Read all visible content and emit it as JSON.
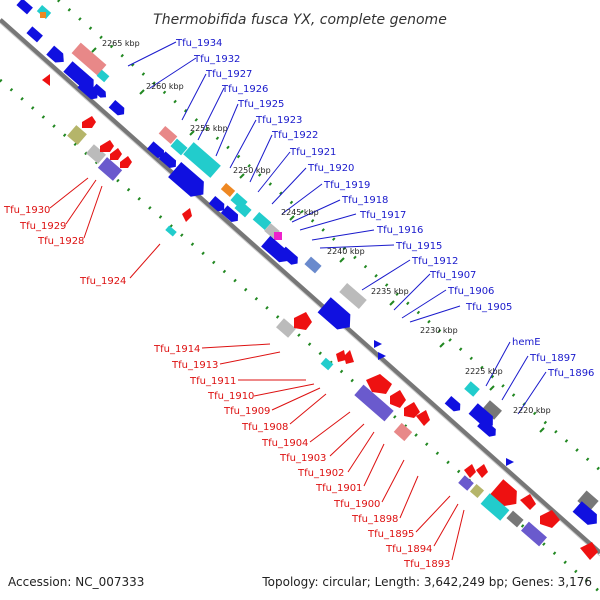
{
  "title": "Thermobifida fusca YX, complete genome",
  "footer": {
    "accession": "Accession: NC_007333",
    "topology": "Topology: circular; Length: 3,642,249 bp; Genes: 3,176"
  },
  "scale_ticks": [
    "2265 kbp",
    "2260 kbp",
    "2255 kbp",
    "2250 kbp",
    "2245 kbp",
    "2240 kbp",
    "2235 kbp",
    "2230 kbp",
    "2225 kbp",
    "2220 kbp"
  ],
  "upper_labels": [
    "Tfu_1934",
    "Tfu_1932",
    "Tfu_1927",
    "Tfu_1926",
    "Tfu_1925",
    "Tfu_1923",
    "Tfu_1922",
    "Tfu_1921",
    "Tfu_1920",
    "Tfu_1919",
    "Tfu_1918",
    "Tfu_1917",
    "Tfu_1916",
    "Tfu_1915",
    "Tfu_1912",
    "Tfu_1907",
    "Tfu_1906",
    "Tfu_1905",
    "hemE",
    "Tfu_1897",
    "Tfu_1896"
  ],
  "lower_labels": [
    "Tfu_1930",
    "Tfu_1929",
    "Tfu_1928",
    "Tfu_1924",
    "Tfu_1914",
    "Tfu_1913",
    "Tfu_1911",
    "Tfu_1910",
    "Tfu_1909",
    "Tfu_1908",
    "Tfu_1904",
    "Tfu_1903",
    "Tfu_1902",
    "Tfu_1901",
    "Tfu_1900",
    "Tfu_1898",
    "Tfu_1895",
    "Tfu_1894",
    "Tfu_1893"
  ],
  "colors": {
    "forward_gene": "#1010e0",
    "reverse_gene": "#ee1111",
    "forward_label": "#1a1acc",
    "reverse_label": "#dd1111",
    "backbone": "#777777",
    "tick": "#228822",
    "rna": "#22cccc",
    "pink": "#e88888",
    "purple": "#6a5acd",
    "grey": "#bbbbbb"
  },
  "icons": [
    "genome-backbone",
    "gene-arrow"
  ]
}
